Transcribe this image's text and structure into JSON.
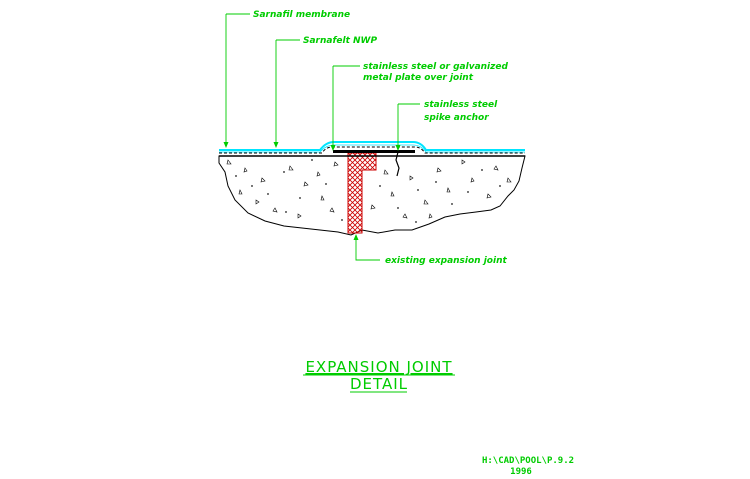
{
  "labels": {
    "membrane": "Sarnafil membrane",
    "felt": "Sarnafelt NWP",
    "plate_line1": "stainless steel or galvanized",
    "plate_line2": "metal plate over joint",
    "anchor_line1": "stainless steel",
    "anchor_line2": "spike anchor",
    "existing_joint": "existing expansion joint"
  },
  "title": {
    "line1": "EXPANSION  JOINT",
    "line2": "DETAIL"
  },
  "reference": {
    "path": "H:\\CAD\\POOL\\P.9.2",
    "year": "1996"
  },
  "colors": {
    "background": "#ffffff",
    "leader": "#00cc00",
    "membrane": "#00e5ff",
    "concrete_outline": "#000000",
    "joint_filler": "#cc0000"
  }
}
